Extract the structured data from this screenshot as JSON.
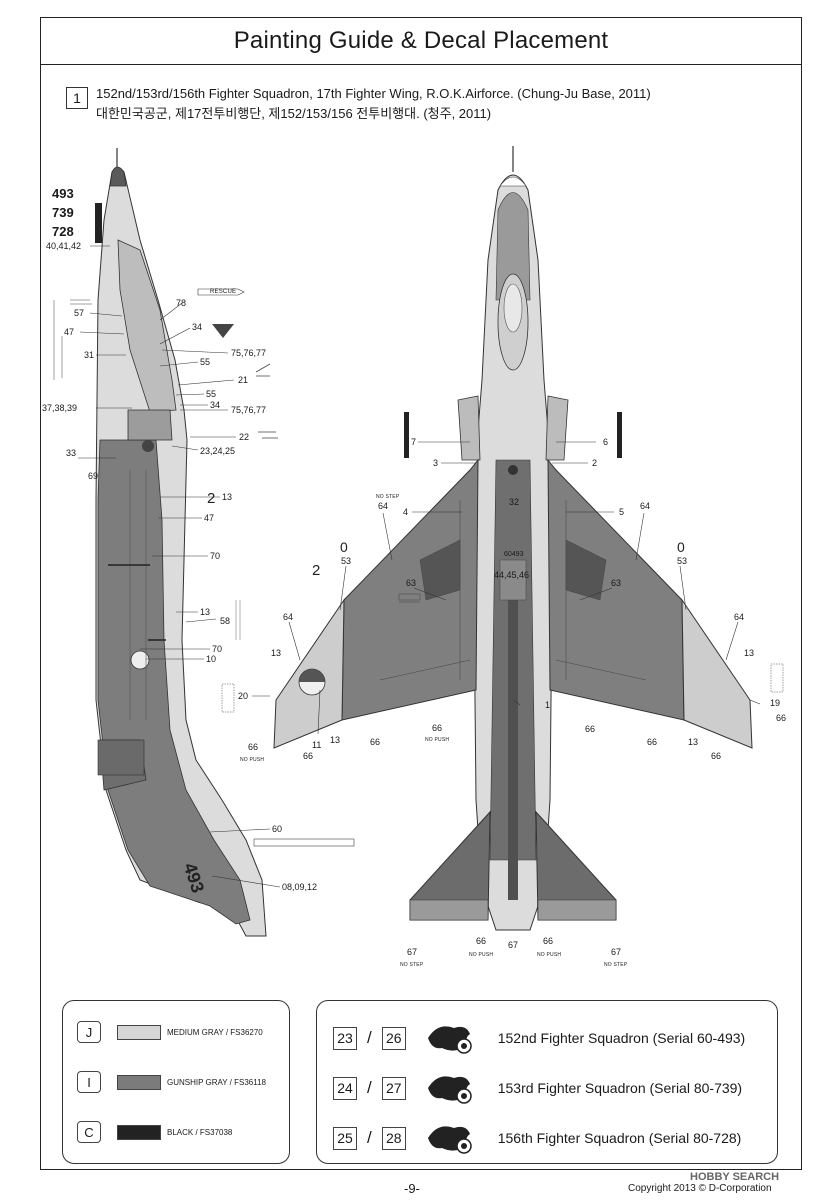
{
  "header": {
    "title": "Painting Guide & Decal Placement"
  },
  "step": {
    "number": "1",
    "caption_en": "152nd/153rd/156th Fighter Squadron, 17th Fighter Wing, R.O.K.Airforce. (Chung-Ju Base, 2011)",
    "caption_ko": "대한민국공군, 제17전투비행단, 제152/153/156 전투비행대. (청주, 2011)"
  },
  "side_view": {
    "serials": [
      "493",
      "739",
      "728"
    ],
    "callouts": [
      "40,41,42",
      "57",
      "47",
      "31",
      "37,38,39",
      "33",
      "69",
      "78",
      "34",
      "55",
      "75,76,77",
      "21",
      "55",
      "34",
      "75,76,77",
      "22",
      "23,24,25",
      "13",
      "47",
      "70",
      "13",
      "58",
      "70",
      "10",
      "60",
      "08,09,12"
    ],
    "tail_serial": "493",
    "rescue_label": "RESCUE"
  },
  "plan_view": {
    "callouts": [
      "7",
      "6",
      "3",
      "2",
      "32",
      "4",
      "5",
      "64",
      "64",
      "53",
      "53",
      "63",
      "63",
      "44,45,46",
      "64",
      "64",
      "13",
      "13",
      "20",
      "19",
      "66",
      "11",
      "13",
      "66",
      "66",
      "1",
      "66",
      "66",
      "13",
      "66",
      "66",
      "66",
      "67",
      "66",
      "67",
      "66",
      "67"
    ],
    "no_step": "NO STEP",
    "no_push": "NO PUSH",
    "serial_small": "60493",
    "fin_code": "2"
  },
  "colors": [
    {
      "key": "J",
      "name": "MEDIUM GRAY / FS36270",
      "hex": "#d6d6d6"
    },
    {
      "key": "I",
      "name": "GUNSHIP GRAY / FS36118",
      "hex": "#7b7b7b"
    },
    {
      "key": "C",
      "name": "BLACK / FS37038",
      "hex": "#222222"
    }
  ],
  "squadrons": [
    {
      "a": "23",
      "b": "26",
      "name": "152nd Fighter Squadron (Serial 60-493)"
    },
    {
      "a": "24",
      "b": "27",
      "name": "153rd Fighter Squadron (Serial 80-739)"
    },
    {
      "a": "25",
      "b": "28",
      "name": "156th Fighter Squadron (Serial 80-728)"
    }
  ],
  "footer": {
    "page": "-9-",
    "copyright": "Copyright 2013 © D-Corporation",
    "watermark": "HOBBY SEARCH"
  }
}
